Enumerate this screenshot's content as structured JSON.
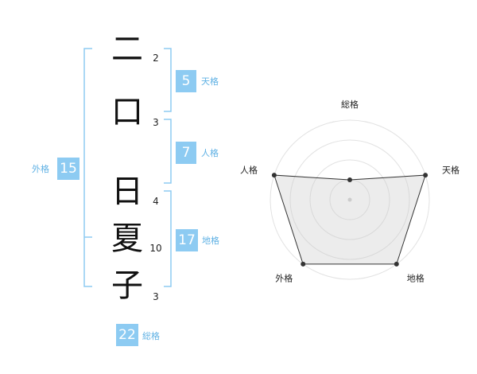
{
  "name": {
    "chars": [
      {
        "char": "二",
        "strokes": "2"
      },
      {
        "char": "口",
        "strokes": "3"
      },
      {
        "char": "日",
        "strokes": "4"
      },
      {
        "char": "夏",
        "strokes": "10"
      },
      {
        "char": "子",
        "strokes": "3"
      }
    ]
  },
  "fortunes": {
    "tenkaku": {
      "value": "5",
      "label": "天格"
    },
    "jinkaku": {
      "value": "7",
      "label": "人格"
    },
    "chikaku": {
      "value": "17",
      "label": "地格"
    },
    "gaikaku": {
      "value": "15",
      "label": "外格"
    },
    "soukaku": {
      "value": "22",
      "label": "総格"
    }
  },
  "chart_data": {
    "type": "radar",
    "axes": [
      "総格",
      "天格",
      "地格",
      "外格",
      "人格"
    ],
    "values": [
      1,
      4,
      4,
      4,
      4
    ],
    "max": 4,
    "rings": 4
  },
  "colors": {
    "accent": "#8dcbf2",
    "accent_text": "#5fb1e4",
    "bracket": "#8dcbf2"
  }
}
